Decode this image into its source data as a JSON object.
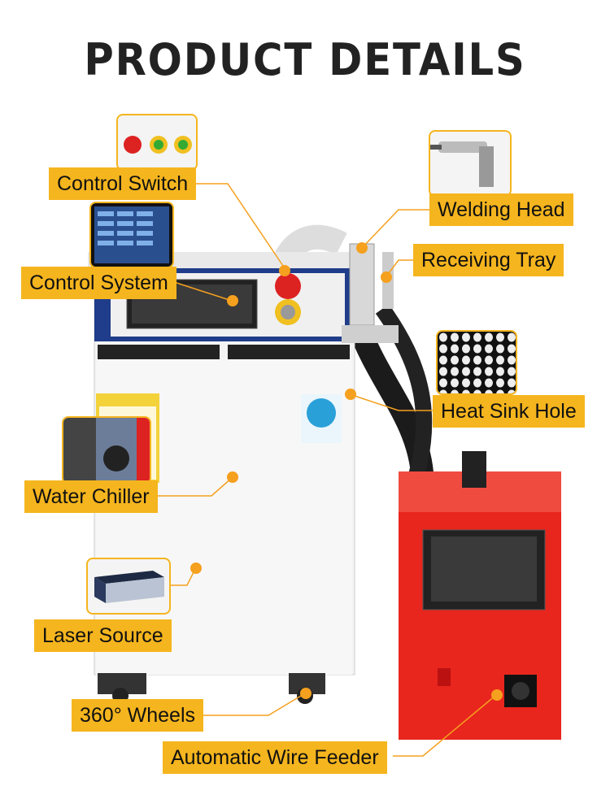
{
  "header": {
    "title": "PRODUCT DETAILS"
  },
  "labels": {
    "control_switch": "Control Switch",
    "control_system": "Control System",
    "welding_head": "Welding Head",
    "receiving_tray": "Receiving Tray",
    "heat_sink_hole": "Heat Sink Hole",
    "water_chiller": "Water Chiller",
    "laser_source": "Laser Source",
    "wheels": "360° Wheels",
    "wire_feeder": "Automatic Wire Feeder"
  },
  "colors": {
    "accent": "#f5b51e",
    "frame_blue": "#1f3d8a",
    "feeder_red": "#e8261d"
  }
}
